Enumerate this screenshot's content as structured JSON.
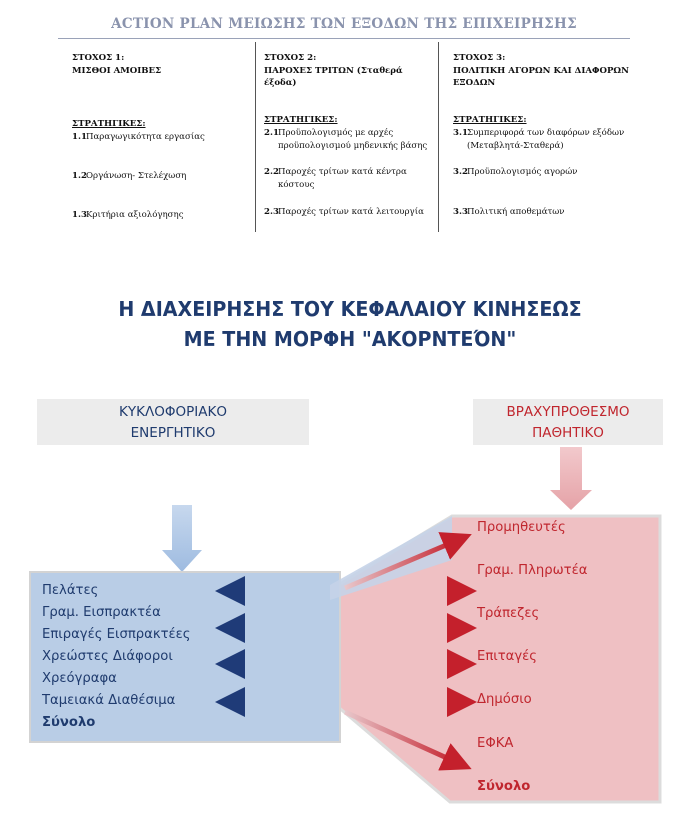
{
  "action_plan": {
    "title": "ACTION PLAN ΜΕΙΩΣΗΣ ΤΩΝ ΕΞΟΔΩΝ ΤΗΣ ΕΠΙΧΕΙΡΗΣΗΣ",
    "columns": [
      {
        "goal_line1": "ΣΤΟΧΟΣ 1:",
        "goal_line2": "ΜΙΣΘΟΙ ΑΜΟΙΒΕΣ",
        "strategies_label": "ΣΤΡΑΤΗΓΙΚΕΣ:",
        "items": [
          {
            "num": "1.1",
            "text": "Παραγωγικότητα εργασίας"
          },
          {
            "num": "1.2",
            "text": "Οργάνωση- Στελέχωση"
          },
          {
            "num": "1.3",
            "text": "Κριτήρια αξιολόγησης"
          }
        ]
      },
      {
        "goal_line1": "ΣΤΟΧΟΣ 2:",
        "goal_line2": "ΠΑΡΟΧΕΣ ΤΡΙΤΩΝ (Σταθερά έξοδα)",
        "strategies_label": "ΣΤΡΑΤΗΓΙΚΕΣ:",
        "items": [
          {
            "num": "2.1",
            "text": "Προϋπολογισμός με αρχές προϋπολογισμού μηδενικής βάσης"
          },
          {
            "num": "2.2",
            "text": "Παροχές τρίτων κατά κέντρα κόστους"
          },
          {
            "num": "2.3",
            "text": "Παροχές τρίτων κατά λειτουργία"
          }
        ]
      },
      {
        "goal_line1": "ΣΤΟΧΟΣ 3:",
        "goal_line2": "ΠΟΛΙΤΙΚΗ ΑΓΟΡΩΝ ΚΑΙ ΔΙΑΦΟΡΩΝ ΕΞΟΔΩΝ",
        "strategies_label": "ΣΤΡΑΤΗΓΙΚΕΣ:",
        "items": [
          {
            "num": "3.1",
            "text": "Συμπεριφορά των διαφόρων εξόδων (Μεταβλητά-Σταθερά)"
          },
          {
            "num": "3.2",
            "text": "Προϋπολογισμός αγορών"
          },
          {
            "num": "3.3",
            "text": "Πολιτική αποθεμάτων"
          }
        ]
      }
    ]
  },
  "heading": {
    "line1": "Η ΔΙΑΧΕΙΡΗΣΗΣ ΤΟΥ ΚΕΦΑΛΑΙΟΥ ΚΙΝΗΣΕΩΣ",
    "line2": "ΜΕ ΤΗΝ ΜΟΡΦΗ \"ΑΚΟΡΝΤΕΌΝ\""
  },
  "current_assets": {
    "header_line1": "ΚΥΚΛΟΦΟΡΙΑΚΟ",
    "header_line2": "ΕΝΕΡΓΗΤΙΚΟ",
    "items": [
      "Πελάτες",
      "Γραμ. Εισπρακτέα",
      "Επιραγές Εισπρακτέες",
      "Χρεώστες Διάφοροι",
      "Χρεόγραφα",
      "Ταμειακά Διαθέσιμα"
    ],
    "total": "Σύνολο"
  },
  "short_term_liabilities": {
    "header_line1": "ΒΡΑΧΥΠΡΟΘΕΣΜΟ",
    "header_line2": "ΠΑΘΗΤΙΚΟ",
    "items": [
      "Προμηθευτές",
      "Γραμ. Πληρωτέα",
      "Τράπεζες",
      "Επιταγές",
      "Δημόσιο",
      "ΕΦΚΑ"
    ],
    "total": "Σύνολο"
  },
  "colors": {
    "navy": "#1f3b6e",
    "dark_red": "#c0262e",
    "asset_fill": "#b9cde6",
    "liability_fill": "#efc0c3",
    "header_gray": "#ececec"
  }
}
